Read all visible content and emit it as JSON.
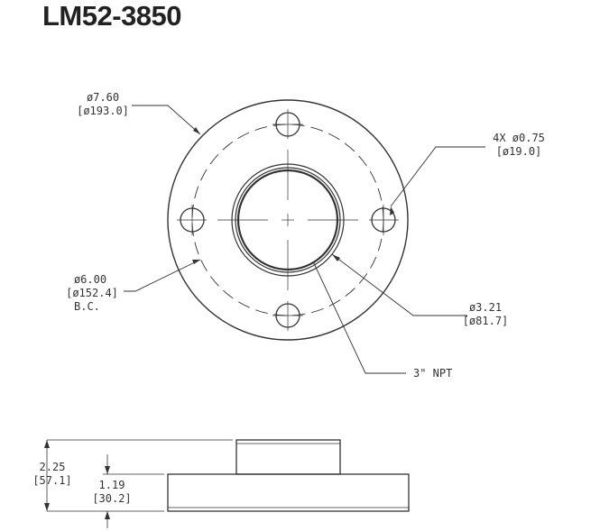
{
  "title": "LM52-3850",
  "callouts": {
    "outer_diameter": {
      "in": "ø7.60",
      "mm": "[ø193.0]"
    },
    "bolt_holes": {
      "in": "4X ø0.75",
      "mm": "[ø19.0]"
    },
    "bolt_circle": {
      "in": "ø6.00",
      "mm": "[ø152.4]",
      "note": "B.C."
    },
    "bore": {
      "in": "ø3.21",
      "mm": "[ø81.7]"
    },
    "thread": {
      "label": "3\" NPT"
    }
  },
  "side_view": {
    "overall_height": {
      "in": "2.25",
      "mm": "[57.1]"
    },
    "flange_height": {
      "in": "1.19",
      "mm": "[30.2]"
    }
  },
  "colors": {
    "line": "#333333",
    "title": "#222222"
  }
}
